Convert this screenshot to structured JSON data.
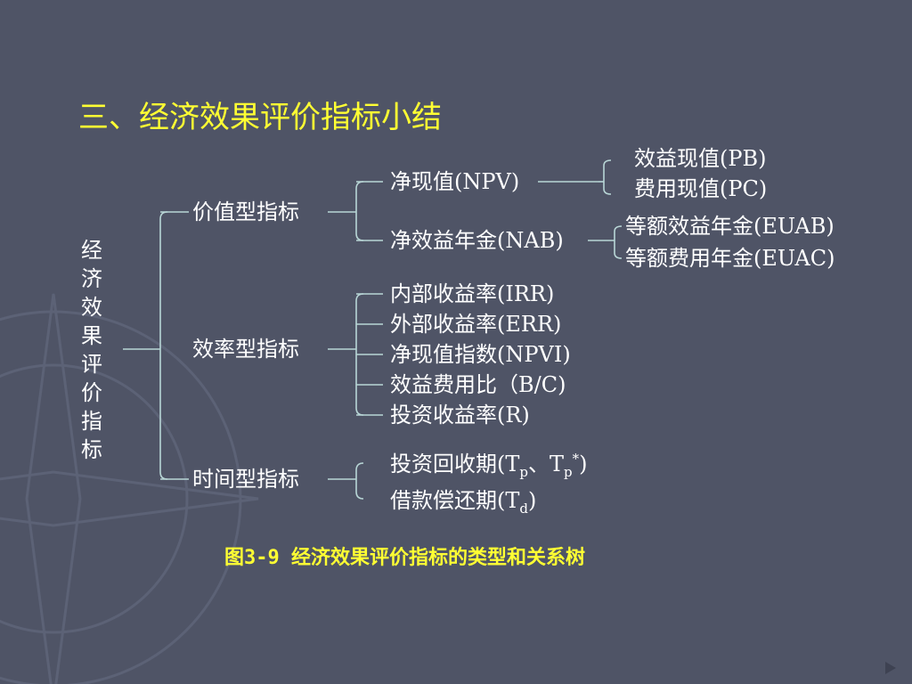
{
  "title": "三、经济效果评价指标小结",
  "root_chars": [
    "经",
    "济",
    "效",
    "果",
    "评",
    "价",
    "指",
    "标"
  ],
  "categories": {
    "value": "价值型指标",
    "efficiency": "效率型指标",
    "time": "时间型指标"
  },
  "value_items": {
    "npv": "净现值(NPV)",
    "npv_children": [
      "效益现值(PB)",
      "费用现值(PC)"
    ],
    "nab": "净效益年金(NAB)",
    "nab_children": [
      "等额效益年金(EUAB)",
      "等额费用年金(EUAC)"
    ]
  },
  "efficiency_items": [
    "内部收益率(IRR)",
    "外部收益率(ERR)",
    "净现值指数(NPVI)",
    "效益费用比（B/C)",
    "投资收益率(R)"
  ],
  "time_items": {
    "payback_prefix": "投资回收期(T",
    "payback_sub": "p",
    "payback_mid": "、T",
    "payback_sub2": "p",
    "payback_sup": "*",
    "payback_suffix": ")",
    "repay_prefix": "借款偿还期(T",
    "repay_sub": "d",
    "repay_suffix": ")"
  },
  "caption": "图3-9   经济效果评价指标的类型和关系树",
  "colors": {
    "background": "#4f5466",
    "title": "#ffff33",
    "text": "#ffffff",
    "lines": "#b8d6d6"
  }
}
